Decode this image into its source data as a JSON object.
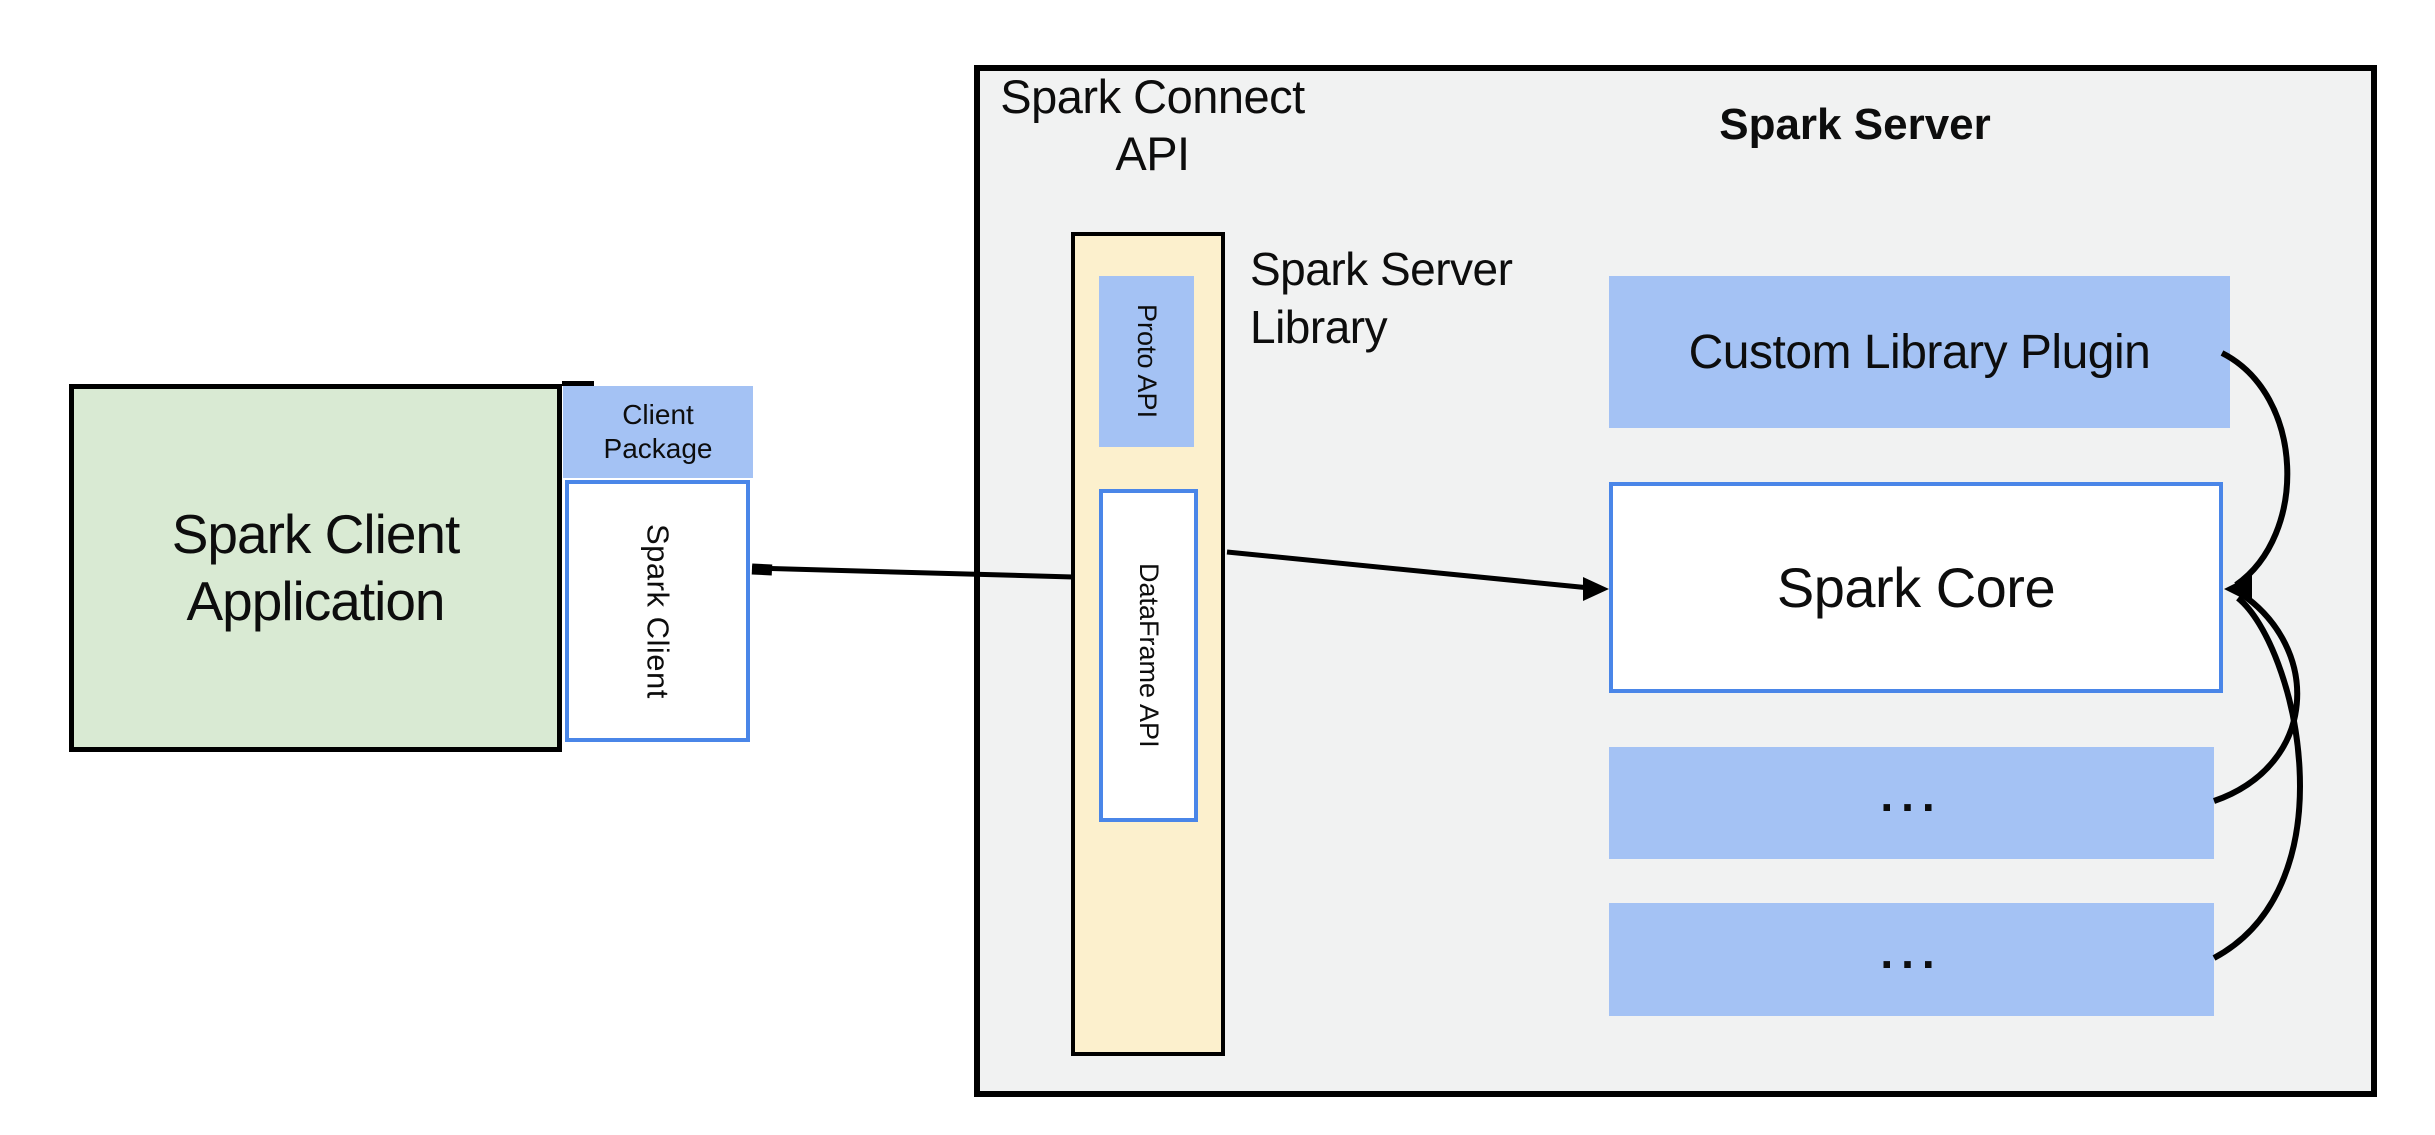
{
  "colors": {
    "background": "#ffffff",
    "panel_gray": "#f1f2f2",
    "client_green": "#d9ead3",
    "accent_blue_fill": "#a4c2f4",
    "accent_blue_border": "#4a86e8",
    "api_yellow": "#fcf0cd",
    "line_black": "#000000"
  },
  "client": {
    "app_box": {
      "line1": "Spark Client",
      "line2": "Application"
    },
    "package_box": {
      "line1": "Client",
      "line2": "Package"
    },
    "spark_client_label": "Spark Client"
  },
  "connect": {
    "title_line1": "Spark Connect",
    "title_line2": "API",
    "proto_api_label": "Proto API",
    "dataframe_api_label": "DataFrame API",
    "server_library_line1": "Spark Server",
    "server_library_line2": "Library"
  },
  "server": {
    "title": "Spark Server",
    "plugin_label": "Custom Library Plugin",
    "core_label": "Spark Core",
    "more_box_1": "...",
    "more_box_2": "..."
  }
}
